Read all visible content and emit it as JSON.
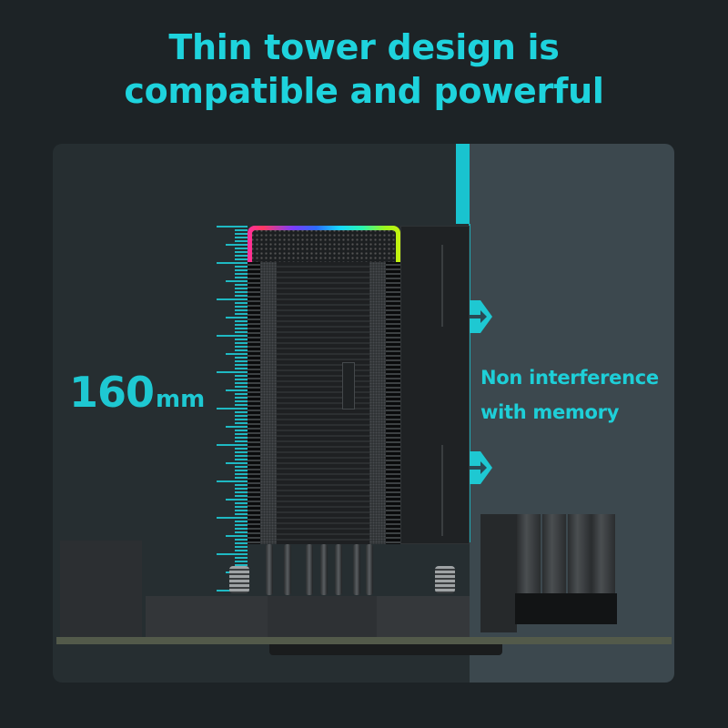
{
  "headline": {
    "line1": "Thin tower design is",
    "line2": "compatible and powerful"
  },
  "dimension": {
    "value": "160",
    "unit": "mm"
  },
  "side_note": {
    "line1": "Non interference",
    "line2": "with memory"
  },
  "colors": {
    "accent": "#1ed3dd",
    "background": "#1d2326",
    "panel_left": "#262e31",
    "panel_right": "#3c484e"
  },
  "icons": {
    "arrow_upper": "arrow-right-icon",
    "arrow_lower": "arrow-right-icon"
  }
}
